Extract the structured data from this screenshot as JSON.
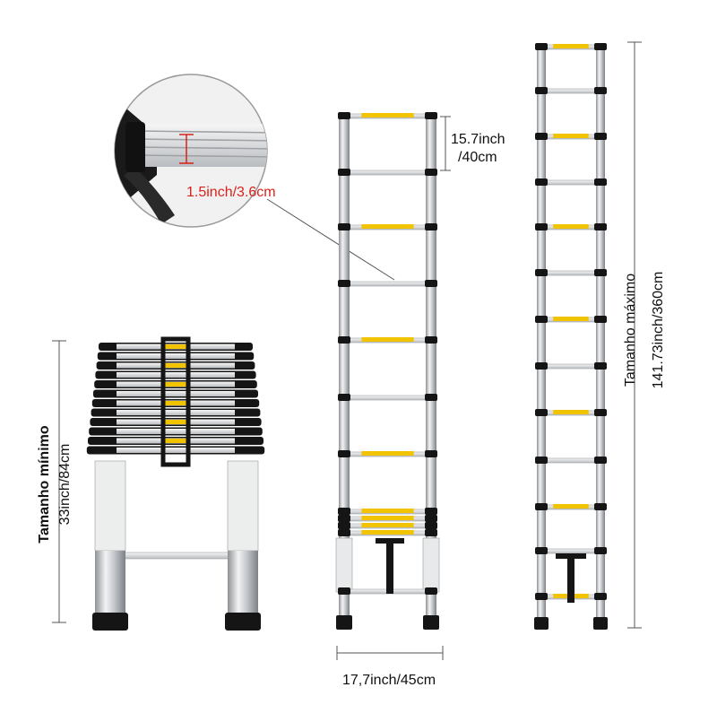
{
  "labels": {
    "step_spacing": [
      "15.7inch",
      "/40cm"
    ],
    "tube_size": "1.5inch/3.6cm",
    "min_size": [
      "Tamanho mínimo",
      "33inch/84cm"
    ],
    "max_size": [
      "Tamanho máximo",
      "141.73inch/360cm"
    ],
    "width": "17,7inch/45cm"
  },
  "colors": {
    "yellow": "#f2c400",
    "rail": "#d4d6d9",
    "rail_dark": "#8e9296",
    "black": "#151515",
    "label_red": "#d9221c",
    "line": "#555555"
  }
}
